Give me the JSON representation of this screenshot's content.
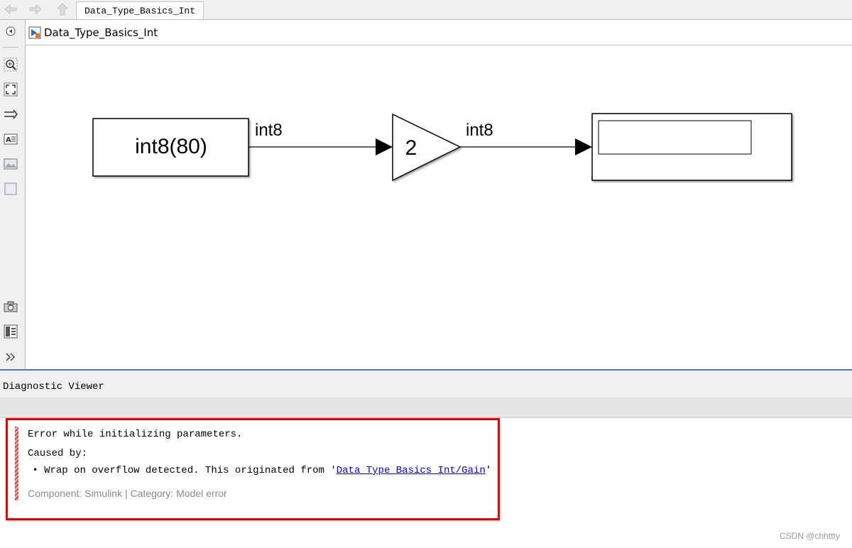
{
  "tab": {
    "title": "Data_Type_Basics_Int"
  },
  "breadcrumb": {
    "model_name": "Data_Type_Basics_Int"
  },
  "diagram": {
    "constant_block": {
      "value": "int8(80)"
    },
    "gain_block": {
      "value": "2"
    },
    "signal_label_1": "int8",
    "signal_label_2": "int8"
  },
  "diagnostic_viewer": {
    "title": "Diagnostic Viewer",
    "error_heading": "Error while initializing parameters.",
    "caused_by": "Caused by:",
    "bullet_text": "Wrap on overflow detected. This originated from '",
    "link_text": "Data_Type_Basics_Int/Gain",
    "bullet_suffix": "'",
    "component_label": "Component:",
    "component_value": "Simulink",
    "separator": "|",
    "category_label": "Category:",
    "category_value": "Model error"
  },
  "watermark": "CSDN @chhttty",
  "icons": {
    "nav": [
      "back-arrow-icon",
      "forward-arrow-icon",
      "up-arrow-icon"
    ],
    "toolbar": [
      "hide-explorer-icon",
      "zoom-icon",
      "fit-view-icon",
      "signal-lines-icon",
      "annotation-icon",
      "image-icon",
      "area-icon",
      "screenshot-icon",
      "property-inspector-icon",
      "expand-icon"
    ]
  },
  "colors": {
    "error_border": "#e00000",
    "link": "#0000ee",
    "splitter": "#4f7cb0"
  }
}
